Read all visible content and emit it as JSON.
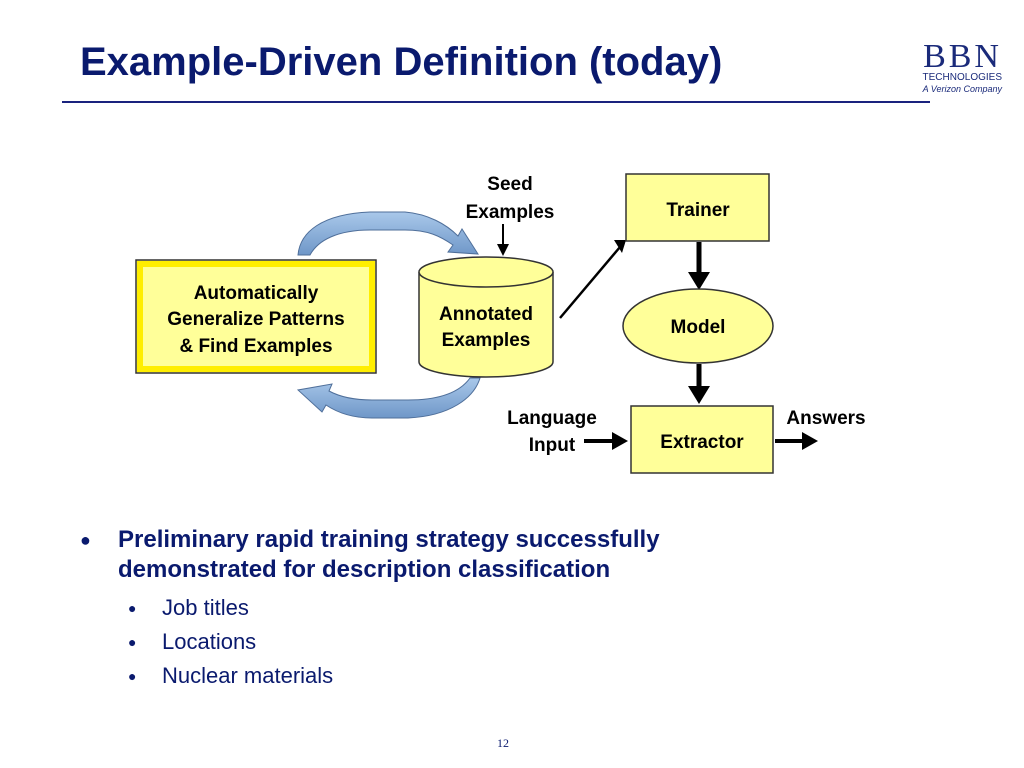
{
  "slide": {
    "title": "Example-Driven Definition (today)",
    "page_number": "12"
  },
  "logo": {
    "mark": "BBN",
    "sub": "TECHNOLOGIES",
    "tagline": "A Verizon Company"
  },
  "diagram": {
    "generalize_box": [
      "Automatically",
      "Generalize Patterns",
      "& Find Examples"
    ],
    "seed_label": [
      "Seed",
      "Examples"
    ],
    "annotated": [
      "Annotated",
      "Examples"
    ],
    "trainer": "Trainer",
    "model": "Model",
    "extractor": "Extractor",
    "language_input": [
      "Language",
      "Input"
    ],
    "answers": "Answers"
  },
  "bullets": {
    "main": [
      "Preliminary rapid training strategy successfully",
      "demonstrated for description classification"
    ],
    "sub": [
      "Job titles",
      "Locations",
      "Nuclear materials"
    ]
  },
  "colors": {
    "title": "#0a1a6e",
    "box_fill": "#ffff99",
    "box_inner_border": "#ffee00",
    "cycle_arrow": "#7ea6d4"
  },
  "icons": {
    "bullet": "bullet-dot-icon"
  }
}
